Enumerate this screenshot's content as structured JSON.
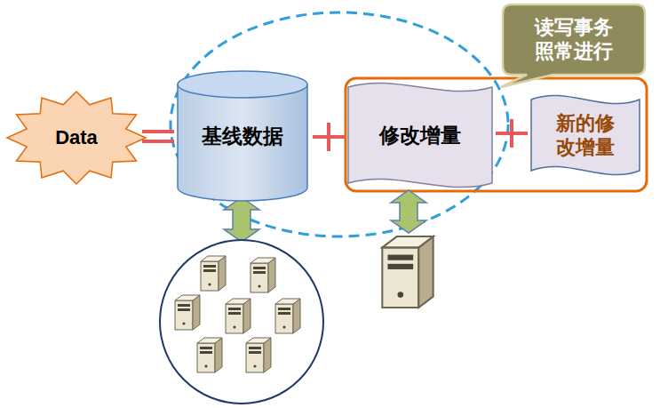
{
  "diagram": {
    "nodes": [
      {
        "text": [
          "Data"
        ]
      },
      {
        "text": [
          "基线数据"
        ]
      },
      {
        "text": [
          "修改增量"
        ]
      },
      {
        "text": [
          "新的修 改增量"
        ]
      },
      {
        "text": [
          "读写事务 照常进行"
        ]
      }
    ]
  }
}
